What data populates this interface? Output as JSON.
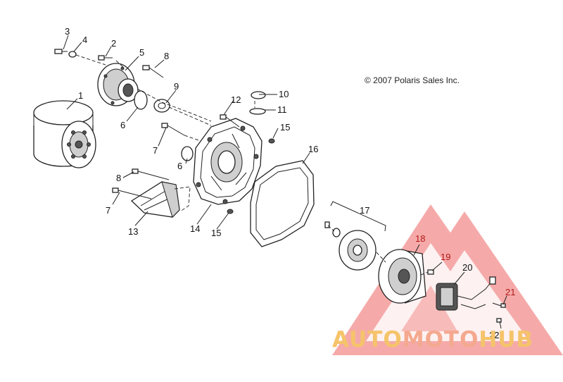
{
  "copyright": "© 2007 Polaris Sales Inc.",
  "callouts": [
    "1",
    "2",
    "3",
    "4",
    "5",
    "6",
    "6",
    "7",
    "7",
    "8",
    "8",
    "9",
    "10",
    "11",
    "12",
    "13",
    "14",
    "15",
    "15",
    "16",
    "17",
    "18",
    "19",
    "20",
    "21",
    "22"
  ],
  "watermark": {
    "word_part1": "AUTO",
    "word_part2": "MOTO",
    "word_part3": "HUB",
    "color_primary": "#f4a98f",
    "color_secondary": "#f5c36a",
    "color_triangle": "#f07a78"
  }
}
